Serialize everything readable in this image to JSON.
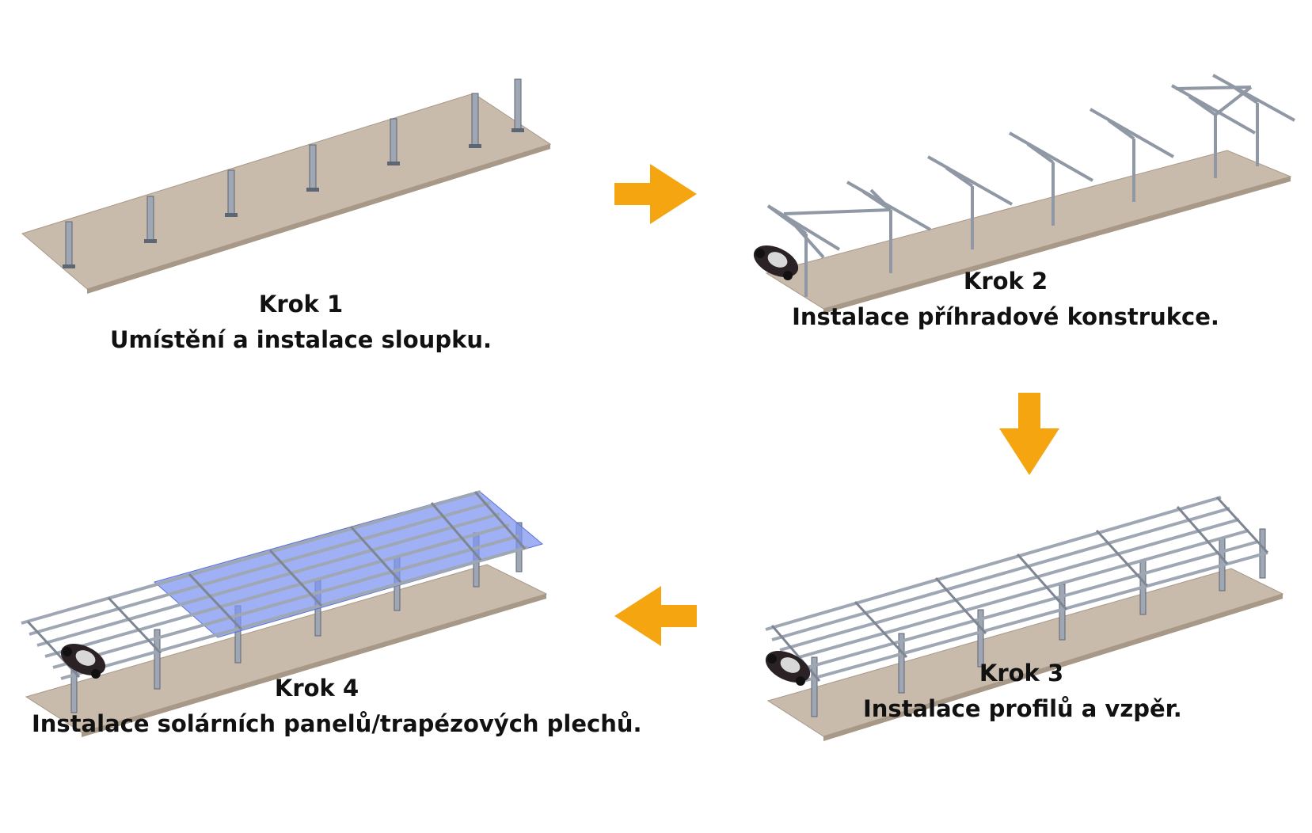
{
  "steps": [
    {
      "title": "Krok 1",
      "description": "Umístění a instalace sloupku."
    },
    {
      "title": "Krok 2",
      "description": "Instalace příhradové konstrukce."
    },
    {
      "title": "Krok 3",
      "description": "Instalace profilů a vzpěr."
    },
    {
      "title": "Krok 4",
      "description": "Instalace solárních panelů/trapézových plechů."
    }
  ],
  "colors": {
    "ground": "#c9bbab",
    "ground_edge": "#a89888",
    "steel": "#9ea7b3",
    "steel_dark": "#5d6673",
    "panel_blue": "#7f95f0",
    "arrow": "#f5a50f",
    "car": "#2b2226"
  },
  "icons": {
    "arrow_right": "arrow-right-icon",
    "arrow_down": "arrow-down-icon",
    "arrow_left": "arrow-left-icon",
    "car": "car-icon"
  }
}
